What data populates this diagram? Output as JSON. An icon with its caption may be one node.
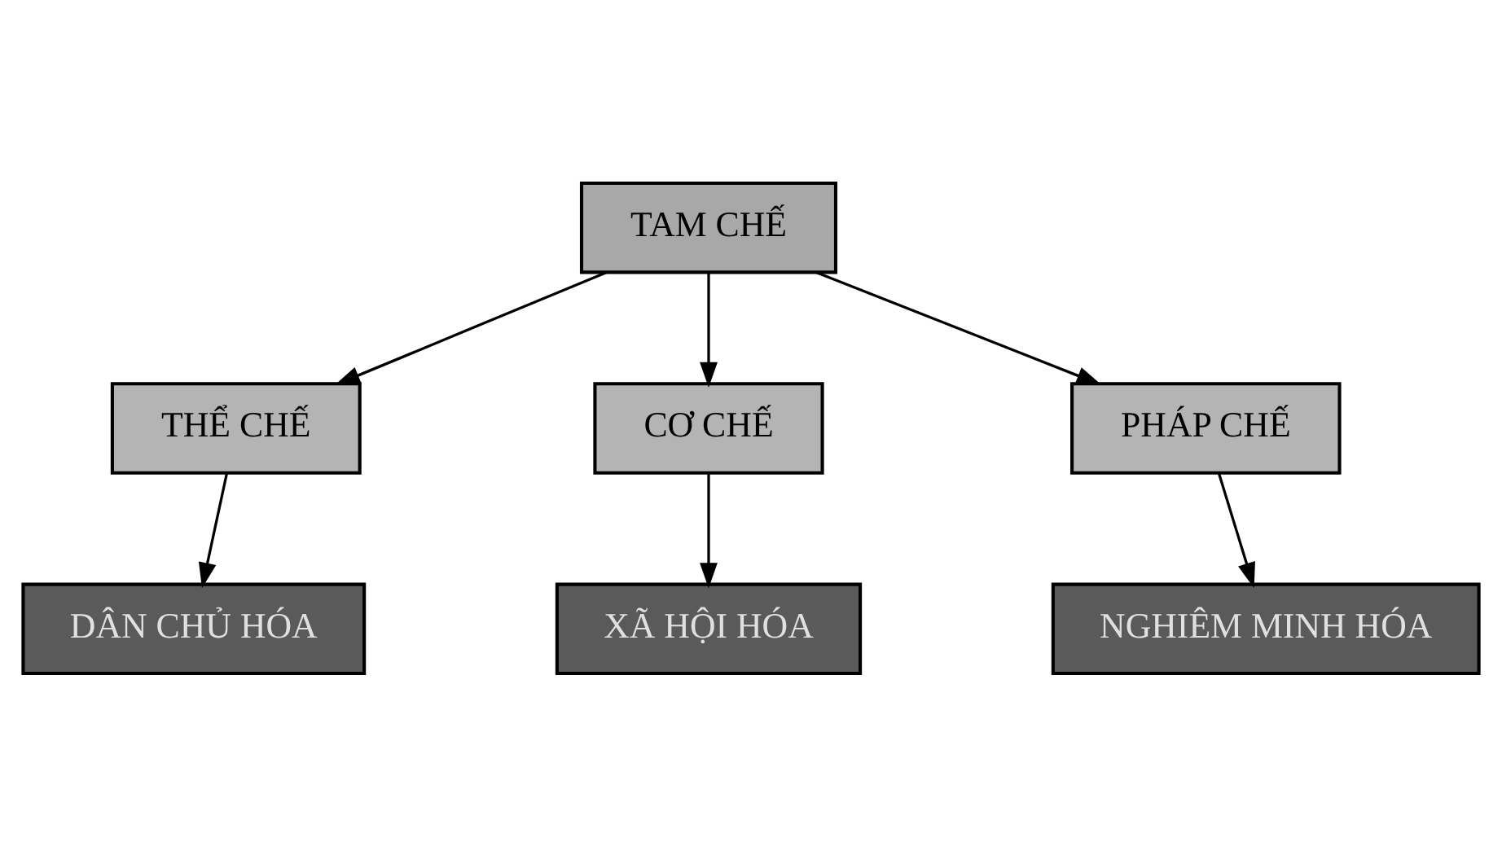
{
  "diagram": {
    "nodes": [
      {
        "text": [
          "TAM CHẾ"
        ]
      },
      {
        "text": [
          "THỂ CHẾ"
        ]
      },
      {
        "text": [
          "CƠ CHẾ"
        ]
      },
      {
        "text": [
          "PHÁP CHẾ"
        ]
      },
      {
        "text": [
          "DÂN CHỦ HÓA"
        ]
      },
      {
        "text": [
          "XÃ HỘI HÓA"
        ]
      },
      {
        "text": [
          "NGHIÊM MINH HÓA"
        ]
      }
    ],
    "edges": [
      {
        "from": 0,
        "to": 1,
        "arrow": "to"
      },
      {
        "from": 0,
        "to": 2,
        "arrow": "to"
      },
      {
        "from": 0,
        "to": 3,
        "arrow": "to"
      },
      {
        "from": 1,
        "to": 4,
        "arrow": "to"
      },
      {
        "from": 2,
        "to": 5,
        "arrow": "to"
      },
      {
        "from": 3,
        "to": 6,
        "arrow": "to"
      }
    ]
  }
}
